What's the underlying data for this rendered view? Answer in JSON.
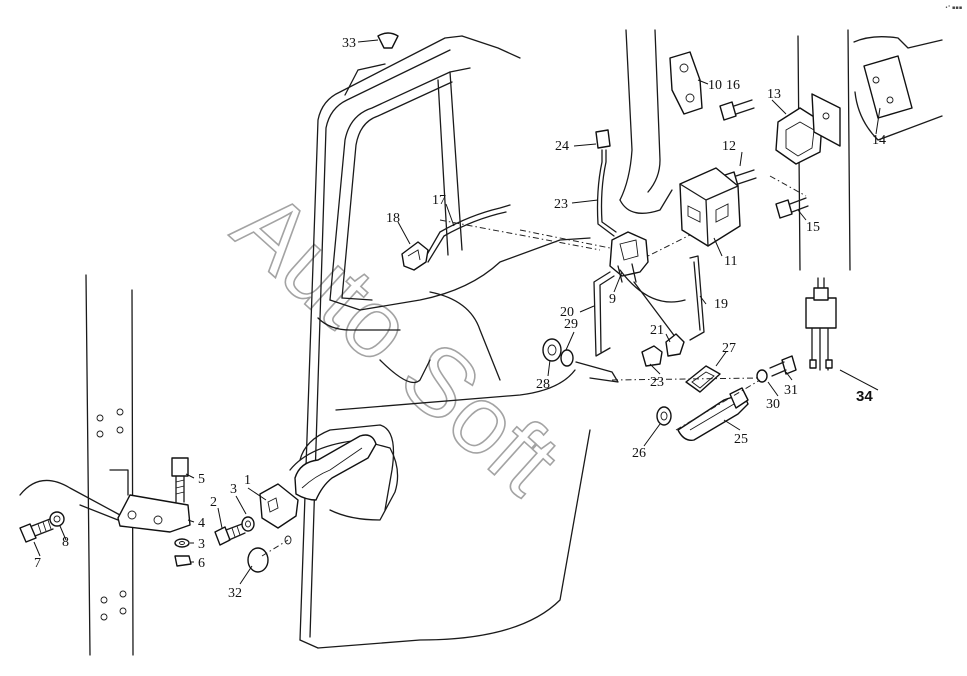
{
  "diagram": {
    "watermark": "Auto Soft",
    "corner_mark": "•° ▪▪▪",
    "callouts": [
      {
        "id": "c1",
        "text": "1"
      },
      {
        "id": "c2",
        "text": "2"
      },
      {
        "id": "c3a",
        "text": "3"
      },
      {
        "id": "c3b",
        "text": "3"
      },
      {
        "id": "c4",
        "text": "4"
      },
      {
        "id": "c5",
        "text": "5"
      },
      {
        "id": "c6",
        "text": "6"
      },
      {
        "id": "c7",
        "text": "7"
      },
      {
        "id": "c8",
        "text": "8"
      },
      {
        "id": "c9",
        "text": "9"
      },
      {
        "id": "c10",
        "text": "10"
      },
      {
        "id": "c11",
        "text": "11"
      },
      {
        "id": "c12",
        "text": "12"
      },
      {
        "id": "c13",
        "text": "13"
      },
      {
        "id": "c14",
        "text": "14"
      },
      {
        "id": "c15",
        "text": "15"
      },
      {
        "id": "c16",
        "text": "16"
      },
      {
        "id": "c17",
        "text": "17"
      },
      {
        "id": "c18",
        "text": "18"
      },
      {
        "id": "c19",
        "text": "19"
      },
      {
        "id": "c20",
        "text": "20"
      },
      {
        "id": "c21",
        "text": "21"
      },
      {
        "id": "c23a",
        "text": "23"
      },
      {
        "id": "c23b",
        "text": "23"
      },
      {
        "id": "c24",
        "text": "24"
      },
      {
        "id": "c25",
        "text": "25"
      },
      {
        "id": "c26",
        "text": "26"
      },
      {
        "id": "c27",
        "text": "27"
      },
      {
        "id": "c28",
        "text": "28"
      },
      {
        "id": "c29",
        "text": "29"
      },
      {
        "id": "c30",
        "text": "30"
      },
      {
        "id": "c31",
        "text": "31"
      },
      {
        "id": "c32",
        "text": "32"
      },
      {
        "id": "c33",
        "text": "33"
      },
      {
        "id": "c34",
        "text": "34"
      }
    ]
  }
}
